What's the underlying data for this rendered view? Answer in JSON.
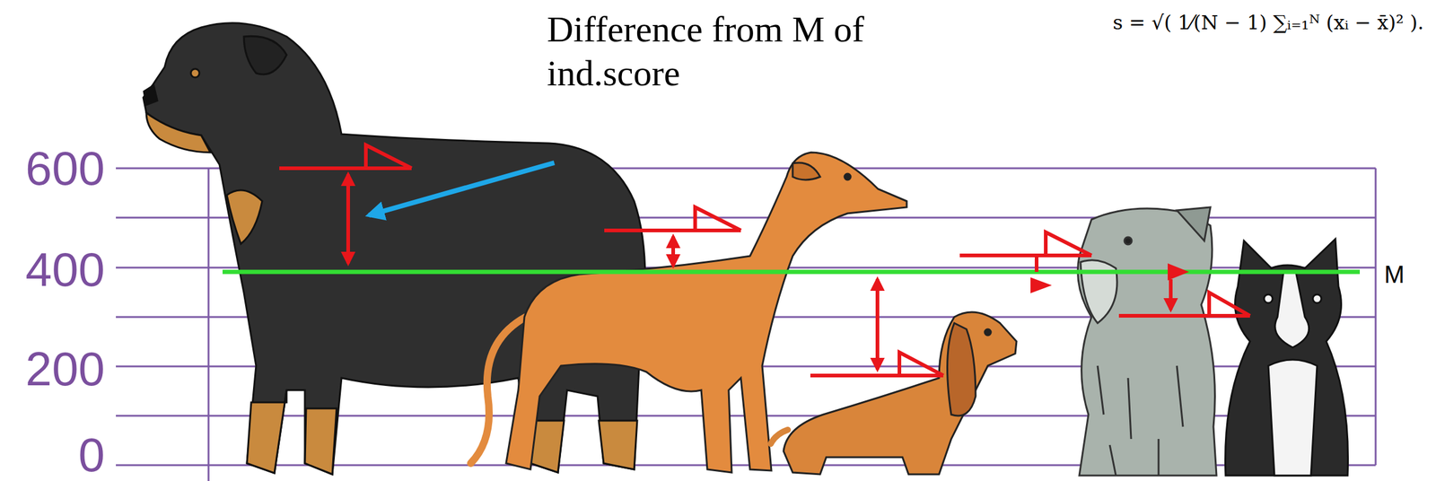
{
  "diagram": {
    "labels": [
      "Difference from M of ind.score",
      "s = √( 1⁄(N − 1) ∑ᵢ₌₁ᴺ (xᵢ − x̄)² ).",
      "600",
      "400",
      "200",
      "0",
      "M"
    ]
  }
}
